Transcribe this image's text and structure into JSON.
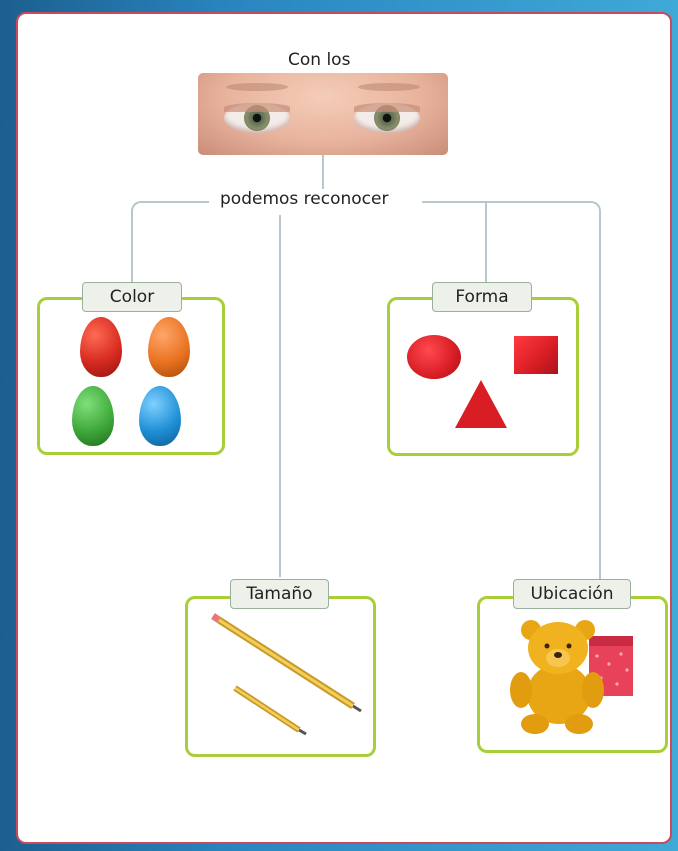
{
  "title_prefix": "Con los",
  "center_label": "podemos reconocer",
  "categories": {
    "color": "Color",
    "forma": "Forma",
    "tamano": "Tamaño",
    "ubicacion": "Ubicación"
  },
  "colors": {
    "frame_border": "#c94a5c",
    "box_border": "#a8cf3a",
    "connector": "#b8c7cc",
    "egg_red": "#d62a1f",
    "egg_orange": "#e8721f",
    "egg_green": "#3ea83a",
    "egg_blue": "#1f8fd6",
    "shape_red": "#d81d24"
  }
}
